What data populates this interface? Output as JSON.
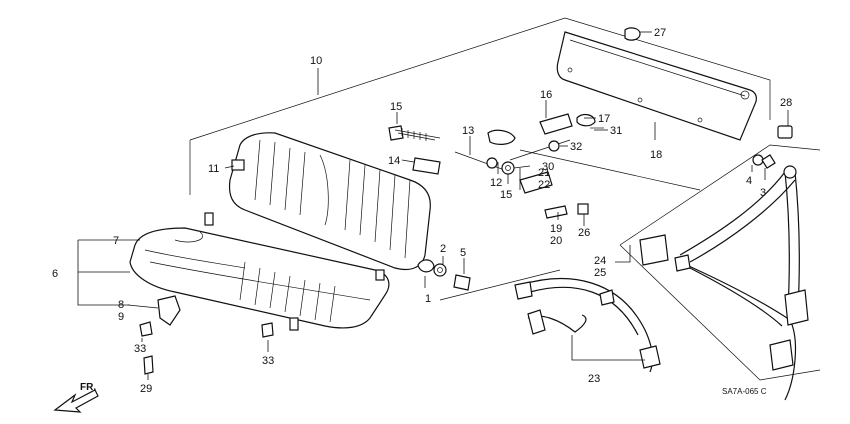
{
  "diagram": {
    "code": "SA7A-065 C",
    "direction_label": "FR.",
    "labels": [
      {
        "id": "1",
        "text": "1"
      },
      {
        "id": "2",
        "text": "2"
      },
      {
        "id": "3",
        "text": "3"
      },
      {
        "id": "4",
        "text": "4"
      },
      {
        "id": "5",
        "text": "5"
      },
      {
        "id": "6",
        "text": "6"
      },
      {
        "id": "7",
        "text": "7"
      },
      {
        "id": "8",
        "text": "8"
      },
      {
        "id": "9",
        "text": "9"
      },
      {
        "id": "10",
        "text": "10"
      },
      {
        "id": "11",
        "text": "11"
      },
      {
        "id": "12",
        "text": "12"
      },
      {
        "id": "13",
        "text": "13"
      },
      {
        "id": "14",
        "text": "14"
      },
      {
        "id": "15a",
        "text": "15"
      },
      {
        "id": "15b",
        "text": "15"
      },
      {
        "id": "16",
        "text": "16"
      },
      {
        "id": "17",
        "text": "17"
      },
      {
        "id": "18",
        "text": "18"
      },
      {
        "id": "19",
        "text": "19"
      },
      {
        "id": "20",
        "text": "20"
      },
      {
        "id": "21",
        "text": "21"
      },
      {
        "id": "22",
        "text": "22"
      },
      {
        "id": "23",
        "text": "23"
      },
      {
        "id": "24",
        "text": "24"
      },
      {
        "id": "25",
        "text": "25"
      },
      {
        "id": "26",
        "text": "26"
      },
      {
        "id": "27",
        "text": "27"
      },
      {
        "id": "28",
        "text": "28"
      },
      {
        "id": "29",
        "text": "29"
      },
      {
        "id": "30",
        "text": "30"
      },
      {
        "id": "31",
        "text": "31"
      },
      {
        "id": "32",
        "text": "32"
      },
      {
        "id": "33a",
        "text": "33"
      },
      {
        "id": "33b",
        "text": "33"
      }
    ]
  }
}
